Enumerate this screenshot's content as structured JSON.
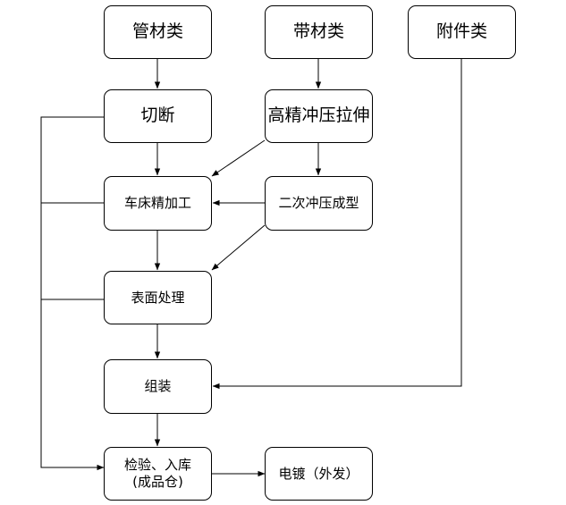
{
  "nodes": {
    "pipe": "管材类",
    "strip": "带材类",
    "attach": "附件类",
    "cut": "切断",
    "stretch": "高精冲压拉伸",
    "lathe": "车床精加工",
    "punch2": "二次冲压成型",
    "surface": "表面处理",
    "assemble": "组装",
    "inspect": "检验、入库\n(成品仓)",
    "plating": "电镀（外发）"
  }
}
